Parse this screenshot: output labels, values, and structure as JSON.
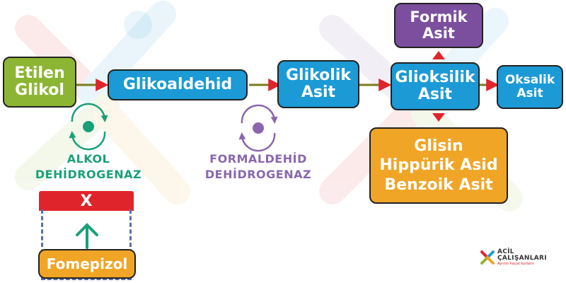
{
  "nodes": {
    "etilen_glikol": {
      "line1": "Etilen",
      "line2": "Glikol"
    },
    "glikoaldehid": {
      "label": "Glikoaldehid"
    },
    "glikolik_asit": {
      "line1": "Glikolik",
      "line2": "Asit"
    },
    "glioksilik_asit": {
      "line1": "Glioksilik",
      "line2": "Asit"
    },
    "oksalik_asit": {
      "line1": "Oksalik",
      "line2": "Asit"
    },
    "formik_asit": {
      "line1": "Formik",
      "line2": "Asit"
    },
    "products": {
      "line1": "Glisin",
      "line2": "Hippürik Asid",
      "line3": "Benzoik Asit"
    }
  },
  "enzymes": {
    "alkol": {
      "line1": "ALKOL",
      "line2": "DEHİDROGENAZ",
      "color": "#1aa078"
    },
    "formaldehid": {
      "line1": "FORMALDEHİD",
      "line2": "DEHİDROGENAZ",
      "color": "#8a67ad"
    }
  },
  "inhibition": {
    "mark": "X",
    "inhibitor": "Fomepizol"
  },
  "logo": {
    "main": "ACİL ÇALIŞANLARI",
    "sub": "Ayrıntı hayat kurtarır"
  },
  "colors": {
    "green": "#8db534",
    "blue": "#1b9ad6",
    "purple": "#7b4f9d",
    "orange": "#f0a526",
    "red": "#e0242b",
    "olive_arrow": "#7a7a1e",
    "teal": "#1aa078",
    "lavender": "#8a67ad",
    "dash_blue": "#5a6fb0"
  }
}
